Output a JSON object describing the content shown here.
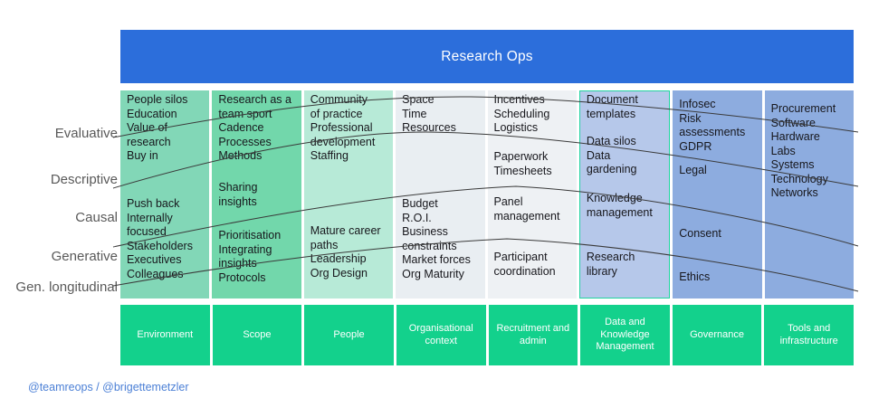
{
  "header": {
    "title": "Research Ops"
  },
  "rows": [
    {
      "label": "Evaluative"
    },
    {
      "label": "Descriptive"
    },
    {
      "label": "Causal"
    },
    {
      "label": "Generative"
    },
    {
      "label": "Gen. longitudinal"
    }
  ],
  "columns": [
    {
      "label": "Environment",
      "groups": [
        {
          "text": "People silos\nEducation\nValue of\nresearch\nBuy in"
        },
        {
          "text": "Push back\nInternally\nfocused\nStakeholders\nExecutives\nColleagues"
        }
      ]
    },
    {
      "label": "Scope",
      "groups": [
        {
          "text": "Research as a\nteam sport\nCadence\nProcesses\nMethods"
        },
        {
          "text": "Sharing\ninsights"
        },
        {
          "text": "Prioritisation\nIntegrating\ninsights\nProtocols"
        }
      ]
    },
    {
      "label": "People",
      "groups": [
        {
          "text": "Community\nof practice\nProfessional\ndevelopment\nStaffing"
        },
        {
          "text": "Mature career\npaths\nLeadership\nOrg Design"
        }
      ]
    },
    {
      "label": "Organisational context",
      "groups": [
        {
          "text": "Space\nTime\nResources"
        },
        {
          "text": "Budget\nR.O.I.\nBusiness\nconstraints\nMarket forces\nOrg Maturity"
        }
      ]
    },
    {
      "label": "Recruitment and admin",
      "groups": [
        {
          "text": "Incentives\nScheduling\nLogistics"
        },
        {
          "text": "Paperwork\nTimesheets"
        },
        {
          "text": "Panel\nmanagement"
        },
        {
          "text": "Participant\ncoordination"
        }
      ]
    },
    {
      "label": "Data and Knowledge Management",
      "groups": [
        {
          "text": "Document\ntemplates"
        },
        {
          "text": "Data silos\nData\ngardening"
        },
        {
          "text": "Knowledge\nmanagement"
        },
        {
          "text": "Research\nlibrary"
        }
      ]
    },
    {
      "label": "Governance",
      "groups": [
        {
          "text": "Infosec\nRisk\nassessments\nGDPR"
        },
        {
          "text": "Legal"
        },
        {
          "text": "Consent"
        },
        {
          "text": "Ethics"
        }
      ]
    },
    {
      "label": "Tools and infrastructure",
      "groups": [
        {
          "text": "Procurement\nSoftware\nHardware\nLabs\nSystems\nTechnology\nNetworks"
        }
      ]
    }
  ],
  "footer": {
    "credit": "@teamreops / @brigettemetzler"
  },
  "colors": {
    "header_blue": "#2c6edb",
    "chip_green": "#13d18c",
    "column_green_1": "#82d7b7",
    "column_green_2": "#72d7ab",
    "column_mint": "#b7ead7",
    "column_light_gray": "#e9eef2",
    "column_periwinkle": "#b6c8ea",
    "column_blue": "#8dacdf",
    "highlight_border_teal": "#21d3a0",
    "curve_gray": "#3a3a3a",
    "credit_blue": "#4c80d6"
  }
}
